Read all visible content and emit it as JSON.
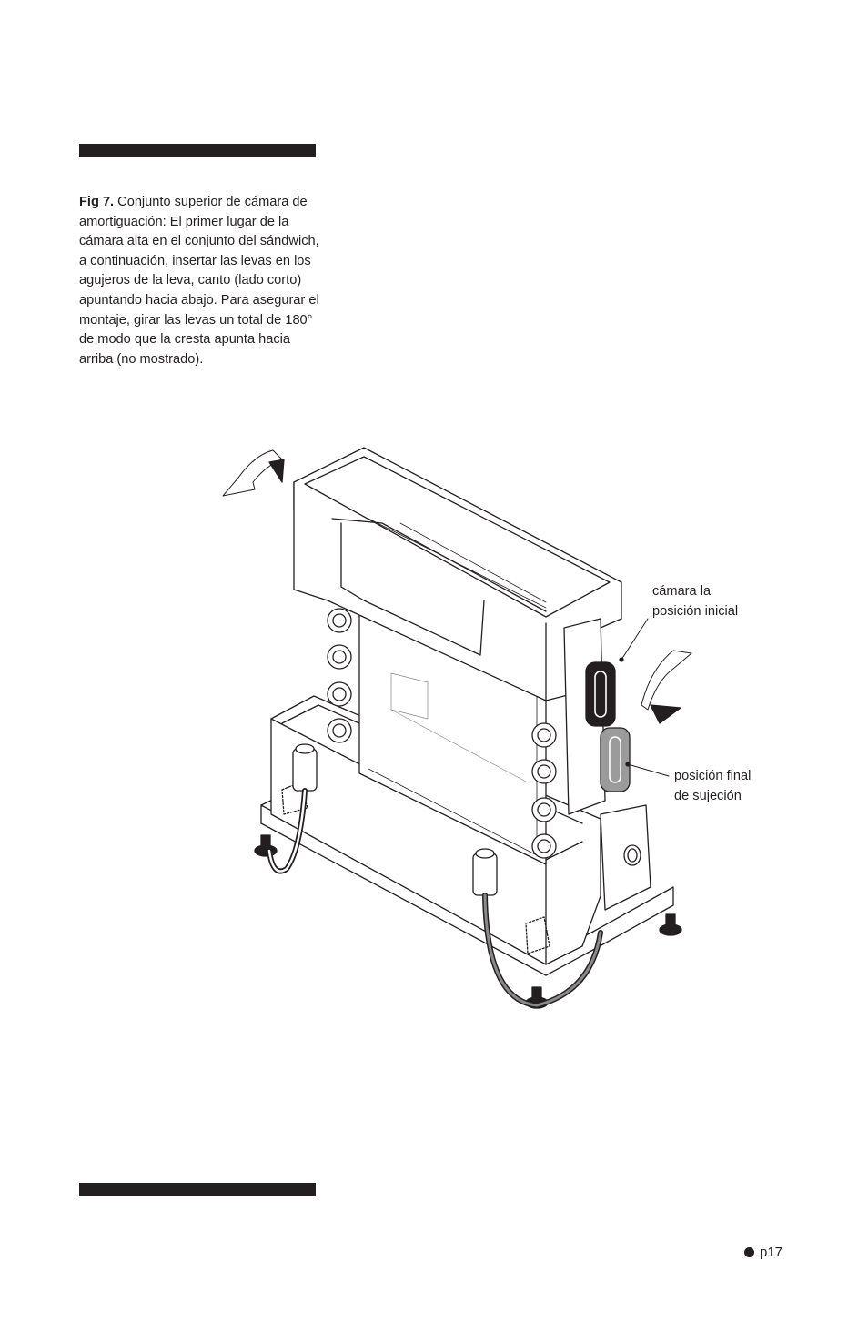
{
  "caption": {
    "label": "Fig 7.",
    "text": " Conjunto superior de cámara de amortiguación: El primer lugar de la cámara alta en el conjunto del sándwich, a continuación, insertar las levas en los agujeros de la leva, canto (lado corto) apuntando hacia abajo. Para asegurar el montaje, girar las levas un total de 180° de modo que la cresta apunta hacia arriba (no mostrado)."
  },
  "figure": {
    "label_initial_line1": "cámara la",
    "label_initial_line2": "posición inicial",
    "label_final_line1": "posición final",
    "label_final_line2": "de sujeción"
  },
  "footer": {
    "page": "p17"
  }
}
